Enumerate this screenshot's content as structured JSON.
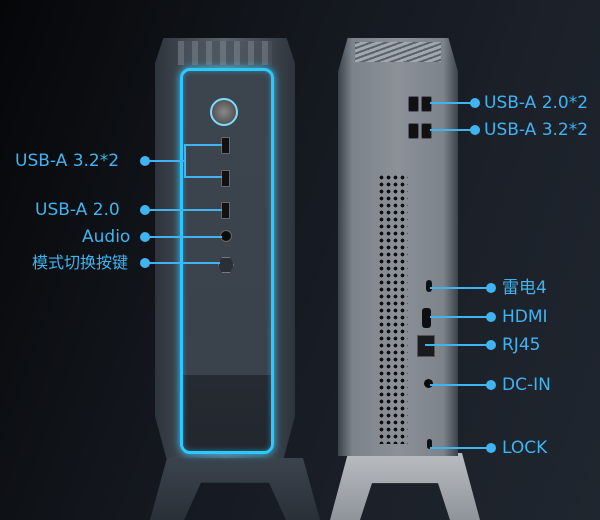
{
  "front": {
    "labels": [
      {
        "id": "usb-a-32-front",
        "text": "USB-A 3.2*2"
      },
      {
        "id": "usb-a-20-front",
        "text": "USB-A 2.0"
      },
      {
        "id": "audio",
        "text": "Audio"
      },
      {
        "id": "mode-switch",
        "text": "模式切换按键"
      }
    ]
  },
  "rear": {
    "labels": [
      {
        "id": "usb-a-20-rear",
        "text": "USB-A 2.0*2"
      },
      {
        "id": "usb-a-32-rear",
        "text": "USB-A 3.2*2"
      },
      {
        "id": "thunderbolt",
        "text": "雷电4"
      },
      {
        "id": "hdmi",
        "text": "HDMI"
      },
      {
        "id": "rj45",
        "text": "RJ45"
      },
      {
        "id": "dc-in",
        "text": "DC-IN"
      },
      {
        "id": "lock",
        "text": "LOCK"
      }
    ]
  },
  "colors": {
    "accent": "#3fb4f0",
    "glow": "#2ec8ff",
    "chassis": "#4a525c",
    "rear_panel": "#8c9198"
  }
}
